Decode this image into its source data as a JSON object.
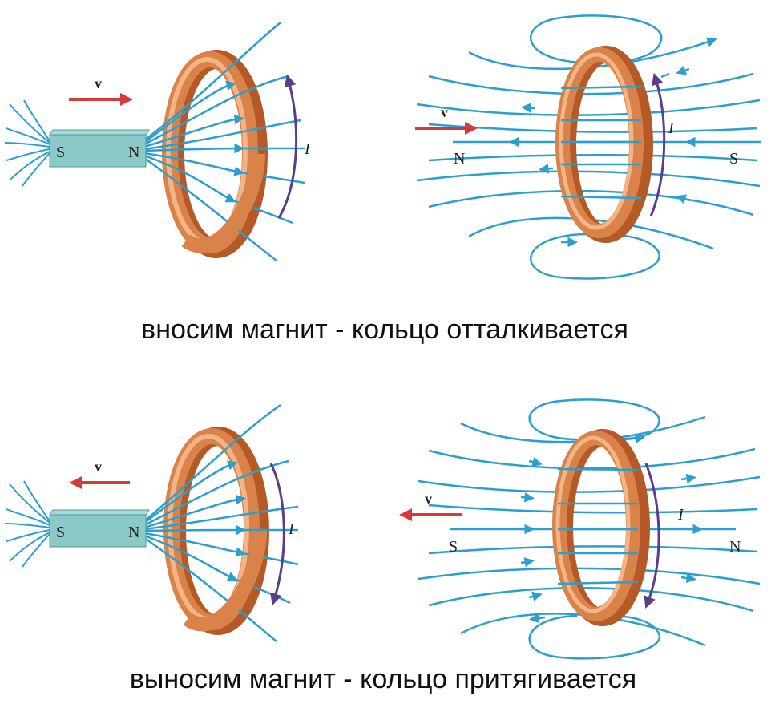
{
  "captions": {
    "top": "вносим магнит - кольцо отталкивается",
    "bottom": "выносим магнит - кольцо притягивается"
  },
  "labels": {
    "velocity": "v",
    "current": "I",
    "north": "N",
    "south": "S"
  },
  "colors": {
    "field_line": "#2a9fd0",
    "ring_outer": "#d9824a",
    "ring_light": "#f3b585",
    "ring_dark": "#b55a26",
    "magnet": "#8cc9c6",
    "magnet_border": "#4f9b98",
    "velocity_arrow": "#d83a3a",
    "current_arrow": "#5a3d8c"
  },
  "panels": [
    {
      "id": "top-left",
      "motion": "toward-ring",
      "magnet_poles": [
        "S",
        "N"
      ],
      "current_direction": "up"
    },
    {
      "id": "top-right",
      "motion": "right",
      "side_poles": [
        "N",
        "S"
      ],
      "current_direction": "up"
    },
    {
      "id": "bottom-left",
      "motion": "away-from-ring",
      "magnet_poles": [
        "S",
        "N"
      ],
      "current_direction": "down"
    },
    {
      "id": "bottom-right",
      "motion": "left",
      "side_poles": [
        "S",
        "N"
      ],
      "current_direction": "down"
    }
  ]
}
